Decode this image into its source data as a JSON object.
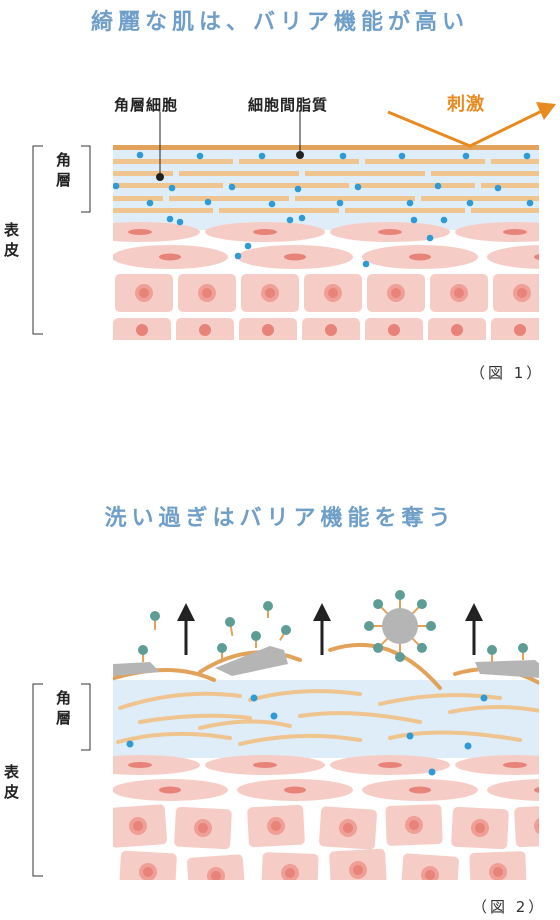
{
  "figure1": {
    "title": "綺麗な肌は、バリア機能が高い",
    "label_corneocyte": "角層細胞",
    "label_lipid": "細胞間脂質",
    "label_stimulus": "刺激",
    "label_stratum_v1": "角",
    "label_stratum_v2": "層",
    "label_epidermis_v1": "表",
    "label_epidermis_v2": "皮",
    "caption": "（図 1）"
  },
  "figure2": {
    "title": "洗い過ぎはバリア機能を奪う",
    "label_stratum_v1": "角",
    "label_stratum_v2": "層",
    "label_epidermis_v1": "表",
    "label_epidermis_v2": "皮",
    "caption": "（図 2）"
  },
  "colors": {
    "title": "#6f9fc9",
    "lipid_orange": "#e2a25a",
    "lipid_light": "#f0c48f",
    "water_dot": "#2f9bd6",
    "stratum_bg": "#deedf8",
    "cell_fill": "#f6cdc6",
    "cell_nucleus": "#e8837a",
    "stimulus": "#e88a1e",
    "surfactant": "#5e9c96",
    "dirt": "#b5b5b5"
  }
}
